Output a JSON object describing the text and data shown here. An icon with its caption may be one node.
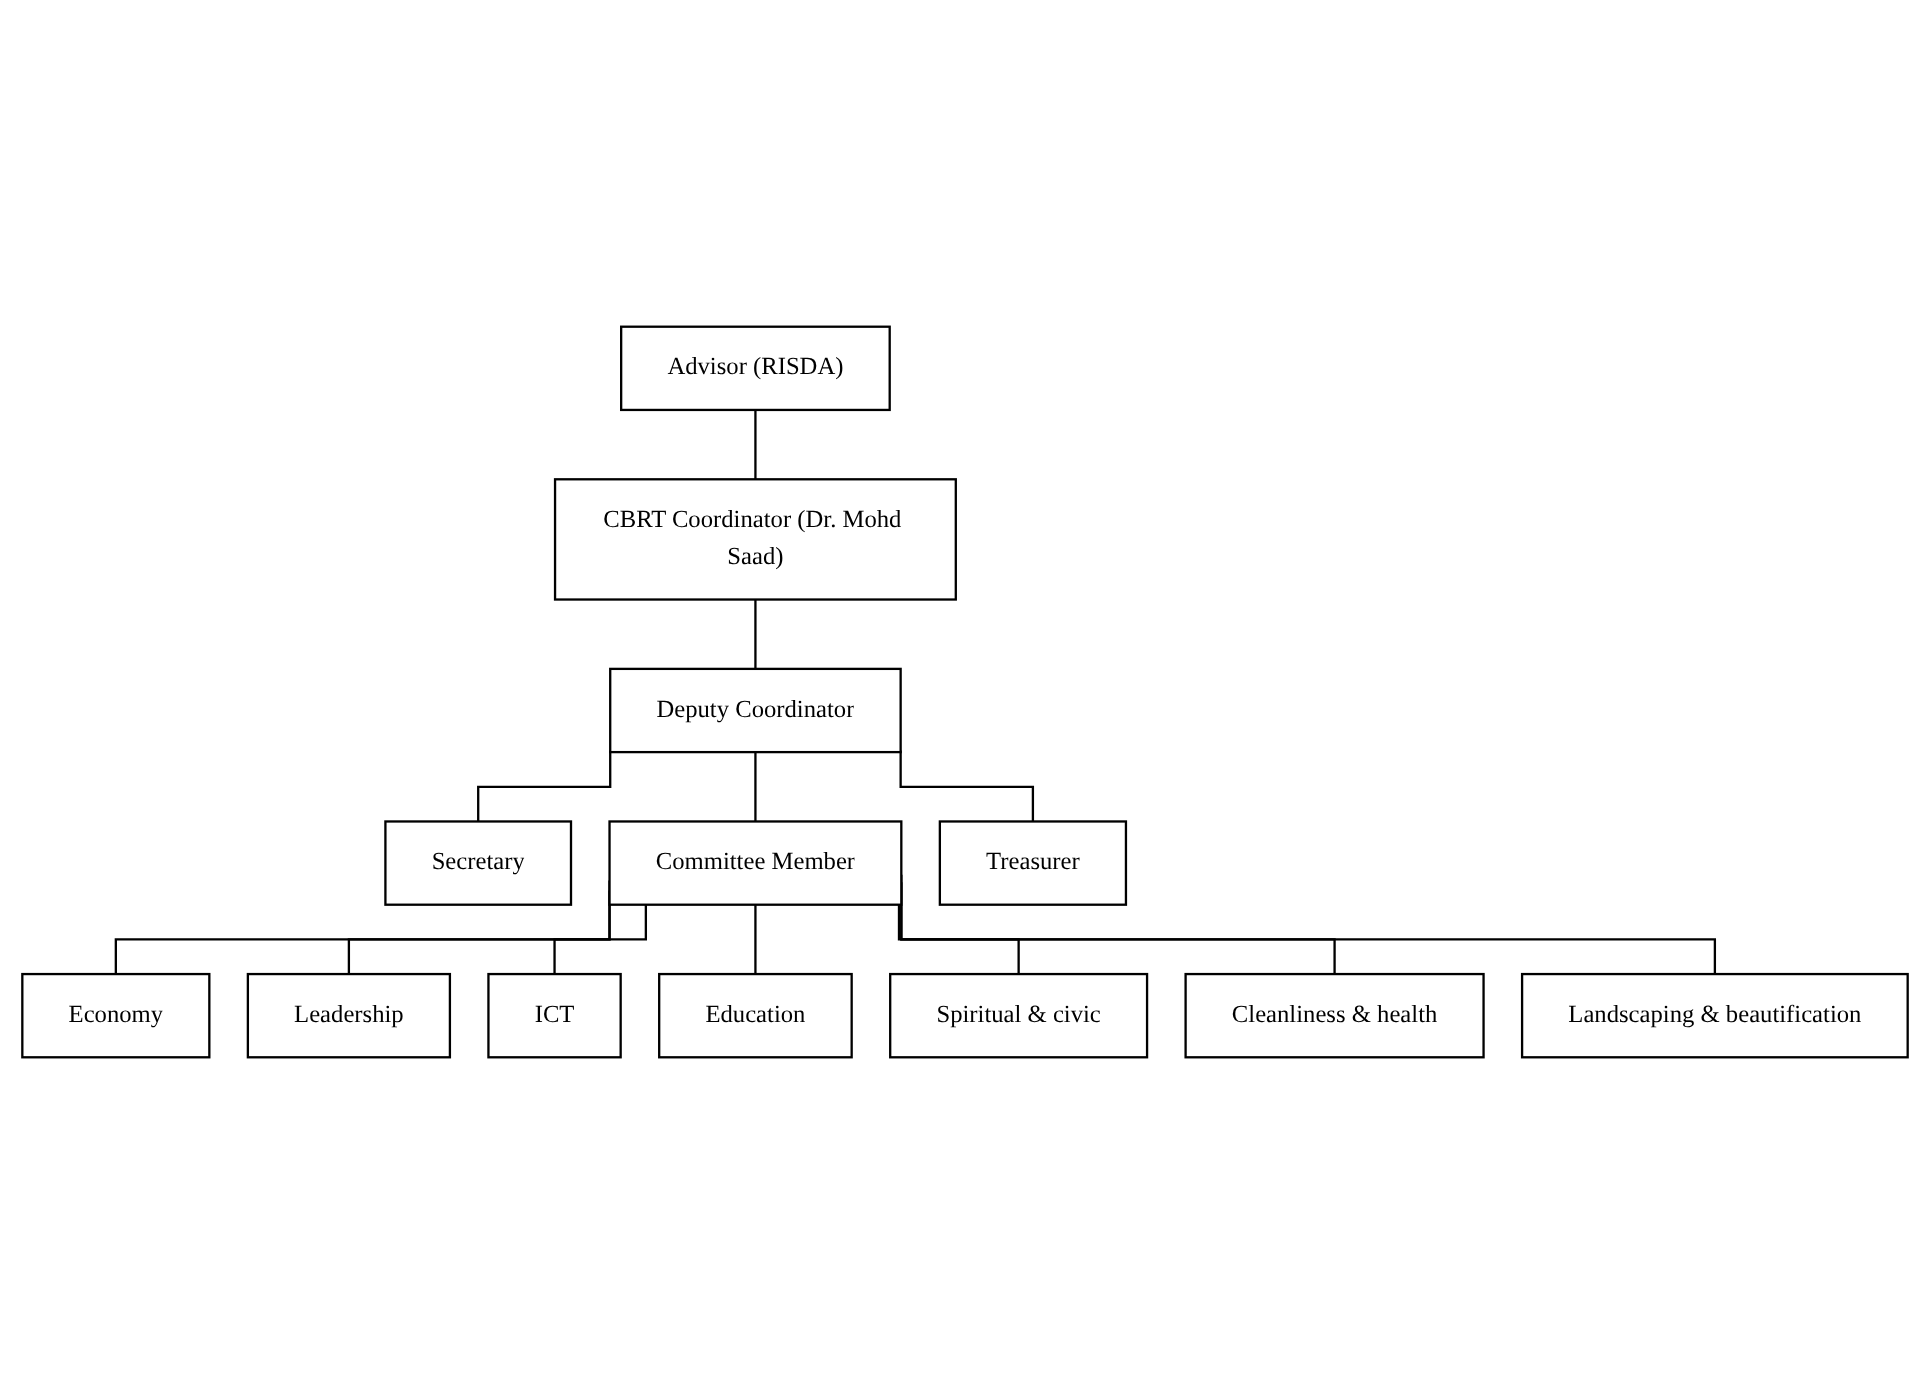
{
  "diagram": {
    "nodes": [
      {
        "text": [
          "Advisor (RISDA)"
        ]
      },
      {
        "text": [
          "CBRT Coordinator (Dr. Mohd Saad)"
        ]
      },
      {
        "text": [
          "Deputy Coordinator"
        ]
      },
      {
        "text": [
          "Secretary"
        ]
      },
      {
        "text": [
          "Committee Member"
        ]
      },
      {
        "text": [
          "Treasurer"
        ]
      },
      {
        "text": [
          "Economy"
        ]
      },
      {
        "text": [
          "Leadership"
        ]
      },
      {
        "text": [
          "ICT"
        ]
      },
      {
        "text": [
          "Education"
        ]
      },
      {
        "text": [
          "Spiritual & civic"
        ]
      },
      {
        "text": [
          "Cleanliness & health"
        ]
      },
      {
        "text": [
          "Landscaping & beautification"
        ]
      }
    ],
    "edges": [
      {
        "from": 0,
        "to": 1,
        "arrow": "none"
      },
      {
        "from": 1,
        "to": 2,
        "arrow": "none"
      },
      {
        "from": 2,
        "to": 3,
        "arrow": "none"
      },
      {
        "from": 2,
        "to": 4,
        "arrow": "none"
      },
      {
        "from": 2,
        "to": 5,
        "arrow": "none"
      },
      {
        "from": 4,
        "to": 6,
        "arrow": "none"
      },
      {
        "from": 4,
        "to": 7,
        "arrow": "none"
      },
      {
        "from": 4,
        "to": 8,
        "arrow": "none"
      },
      {
        "from": 4,
        "to": 9,
        "arrow": "none"
      },
      {
        "from": 4,
        "to": 10,
        "arrow": "none"
      },
      {
        "from": 4,
        "to": 11,
        "arrow": "none"
      },
      {
        "from": 4,
        "to": 12,
        "arrow": "none"
      }
    ]
  }
}
